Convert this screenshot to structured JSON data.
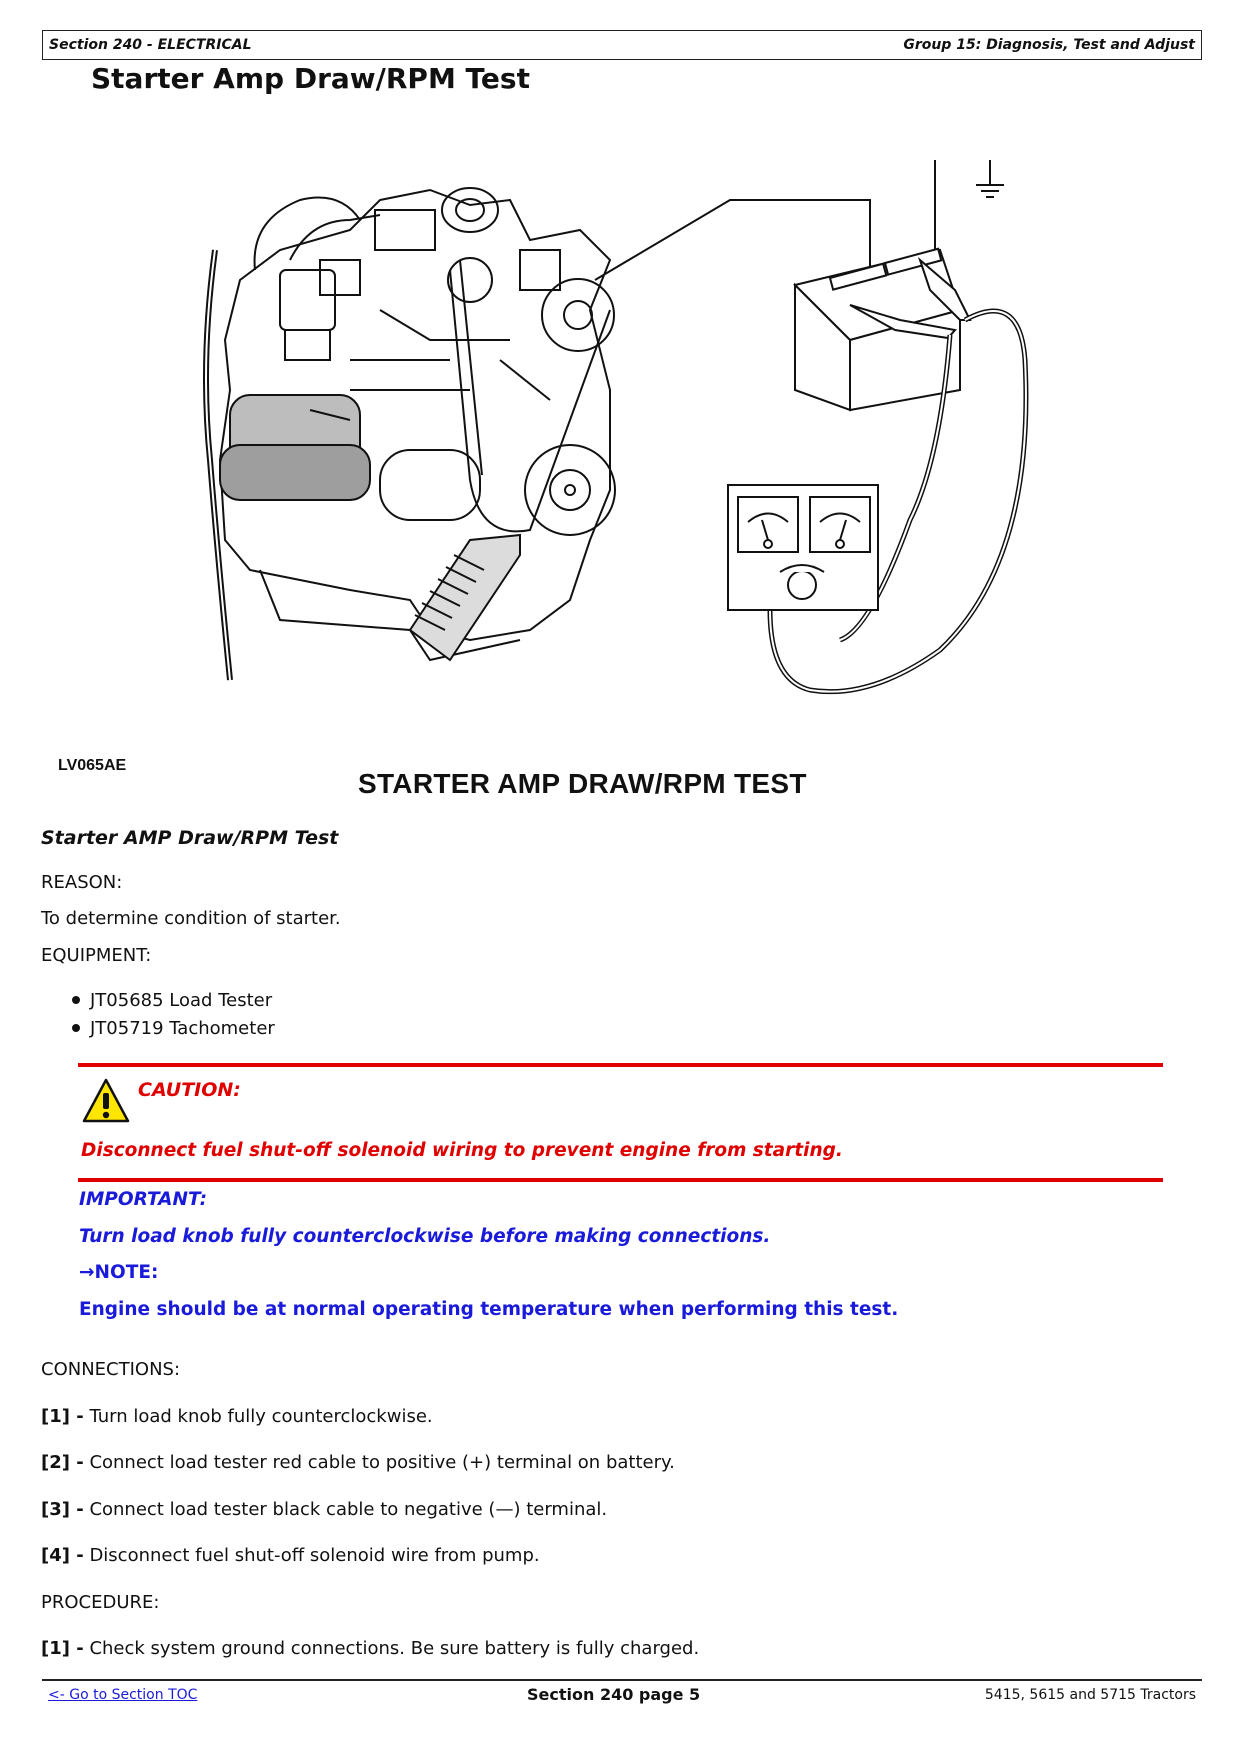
{
  "header": {
    "left": "Section 240 - ELECTRICAL",
    "right": "Group 15: Diagnosis, Test and Adjust"
  },
  "title": "Starter Amp Draw/RPM Test",
  "figure": {
    "id": "LV065AE",
    "caption": "STARTER AMP DRAW/RPM TEST"
  },
  "content": {
    "subheading": "Starter AMP Draw/RPM Test",
    "reason_label": "REASON:",
    "reason_text": "To determine condition of starter.",
    "equipment_label": "EQUIPMENT:",
    "equipment": [
      "JT05685 Load Tester",
      "JT05719 Tachometer"
    ],
    "caution_label": "CAUTION:",
    "caution_text": "Disconnect fuel shut-off solenoid wiring to prevent engine from starting.",
    "important_label": "IMPORTANT:",
    "important_text": "Turn load knob fully counterclockwise before making connections.",
    "note_label": "→NOTE:",
    "note_text": "Engine should be at normal operating temperature when performing this test.",
    "connections_label": "CONNECTIONS:",
    "connections": [
      {
        "num": "[1] -",
        "text": " Turn load knob fully counterclockwise."
      },
      {
        "num": "[2] -",
        "text": " Connect load tester red cable to positive (+) terminal on battery."
      },
      {
        "num": "[3] -",
        "text": " Connect load tester black cable to negative (—) terminal."
      },
      {
        "num": "[4] -",
        "text": " Disconnect fuel shut-off solenoid wire from pump."
      }
    ],
    "procedure_label": "PROCEDURE:",
    "procedure": [
      {
        "num": "[1] -",
        "text": " Check system ground connections. Be sure battery is fully charged."
      }
    ]
  },
  "footer": {
    "link": "<- Go to Section TOC",
    "center": "Section 240 page 5",
    "right": "5415, 5615 and 5715 Tractors"
  },
  "colors": {
    "caution_red": "#e00000",
    "info_blue": "#1a1adb",
    "warning_yellow": "#ffe600"
  },
  "icons": [
    "warning-triangle-icon",
    "ground-symbol-icon"
  ]
}
